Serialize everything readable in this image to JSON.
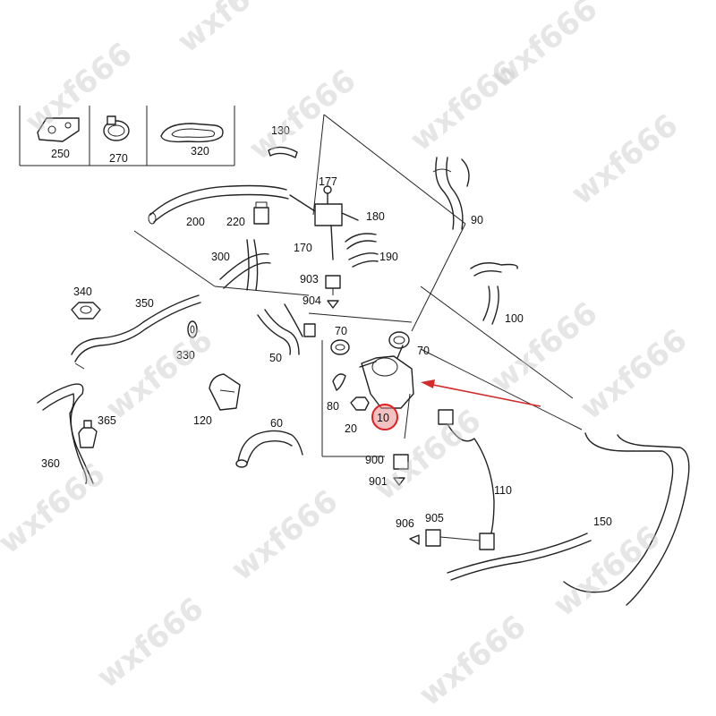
{
  "diagram": {
    "part_numbers": {
      "p10": "10",
      "p20": "20",
      "p50": "50",
      "p60": "60",
      "p70a": "70",
      "p70b": "70",
      "p80": "80",
      "p90": "90",
      "p100": "100",
      "p110": "110",
      "p120": "120",
      "p130": "130",
      "p150": "150",
      "p170": "170",
      "p180": "180",
      "p190": "190",
      "p200": "200",
      "p220": "220",
      "p250": "250",
      "p270": "270",
      "p300": "300",
      "p320": "320",
      "p330": "330",
      "p340": "340",
      "p350": "350",
      "p360": "360",
      "p365": "365",
      "p900": "900",
      "p901": "901",
      "p903": "903",
      "p904": "904",
      "p905": "905",
      "p906": "906"
    },
    "highlighted_part": "10",
    "highlight_color": "#e02020",
    "arrow_color": "#d42a2a"
  },
  "watermark": {
    "text": "wxf666",
    "color": "#c9c9c9"
  }
}
